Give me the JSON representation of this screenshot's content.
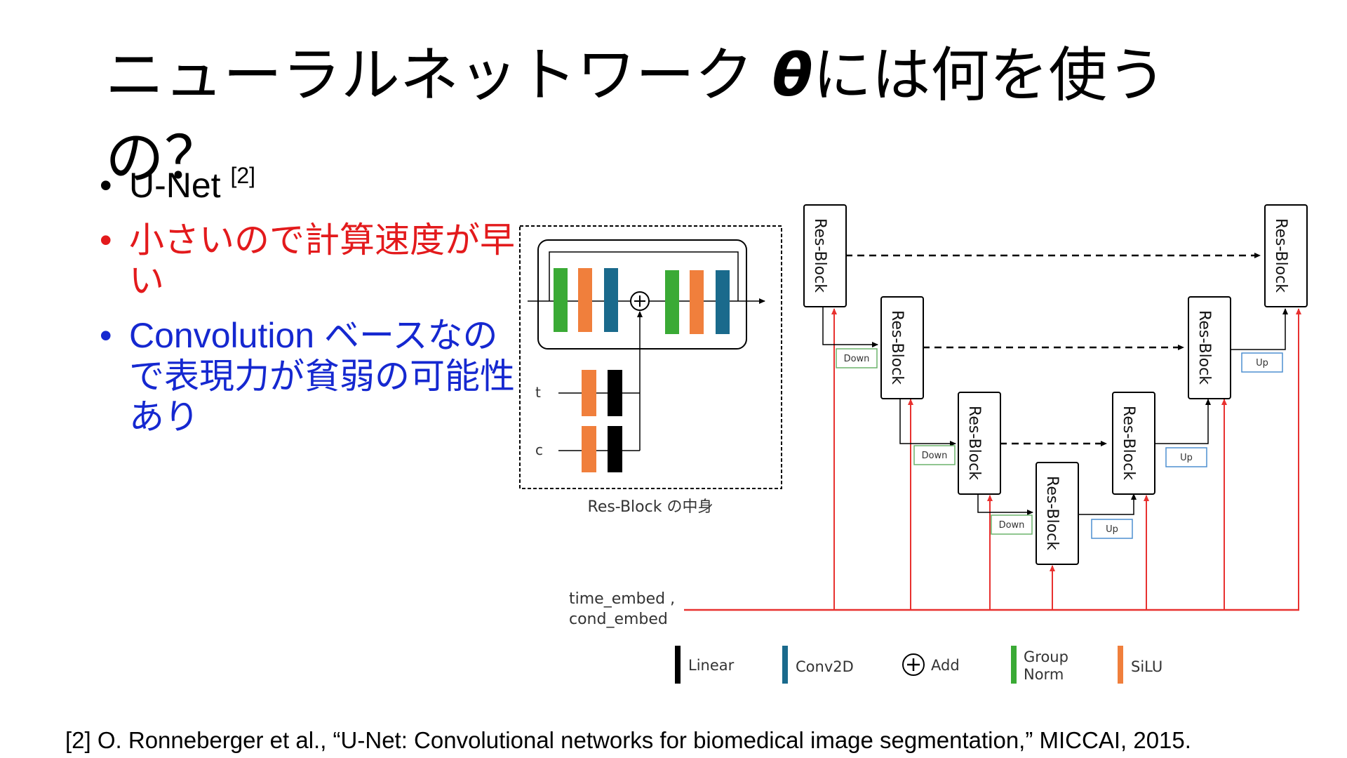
{
  "slide": {
    "title_part1": "ニューラルネットワーク ",
    "title_theta": "θ",
    "title_part2": "には何を使うの？",
    "footnote": "[2] O. Ronneberger et al., “U-Net: Convolutional networks for biomedical image segmentation,” MICCAI, 2015."
  },
  "bullets": [
    {
      "text": "U-Net ",
      "sup": "[2]",
      "color": "#000000"
    },
    {
      "text": "小さいので計算速度が早い",
      "color": "#e31a1c"
    },
    {
      "text": "Convolution ベースなので表現力が貧弱の可能性あり",
      "color": "#1528d0"
    }
  ],
  "diagram": {
    "resblock_caption": "Res-Block の中身",
    "input_t": "t",
    "input_c": "c",
    "block_label": "Res-Block",
    "down_label": "Down",
    "up_label": "Up",
    "embed_line1": "time_embed ,",
    "embed_line2": "cond_embed",
    "legend": [
      {
        "label": "Linear",
        "color": "#000000"
      },
      {
        "label": "Conv2D",
        "color": "#1f6b8a"
      },
      {
        "label": "Add",
        "color": "#000000"
      },
      {
        "label_line1": "Group",
        "label_line2": "Norm",
        "color": "#33aa33"
      },
      {
        "label": "SiLU",
        "color": "#f07f3c"
      }
    ],
    "colors": {
      "groupnorm": "#3aaa35",
      "silu": "#f07f3c",
      "conv": "#1a6a8c",
      "linear": "#000000",
      "embed_line": "#e8312f",
      "down_box": "#6bb36b",
      "up_box": "#4d8fd1"
    }
  }
}
